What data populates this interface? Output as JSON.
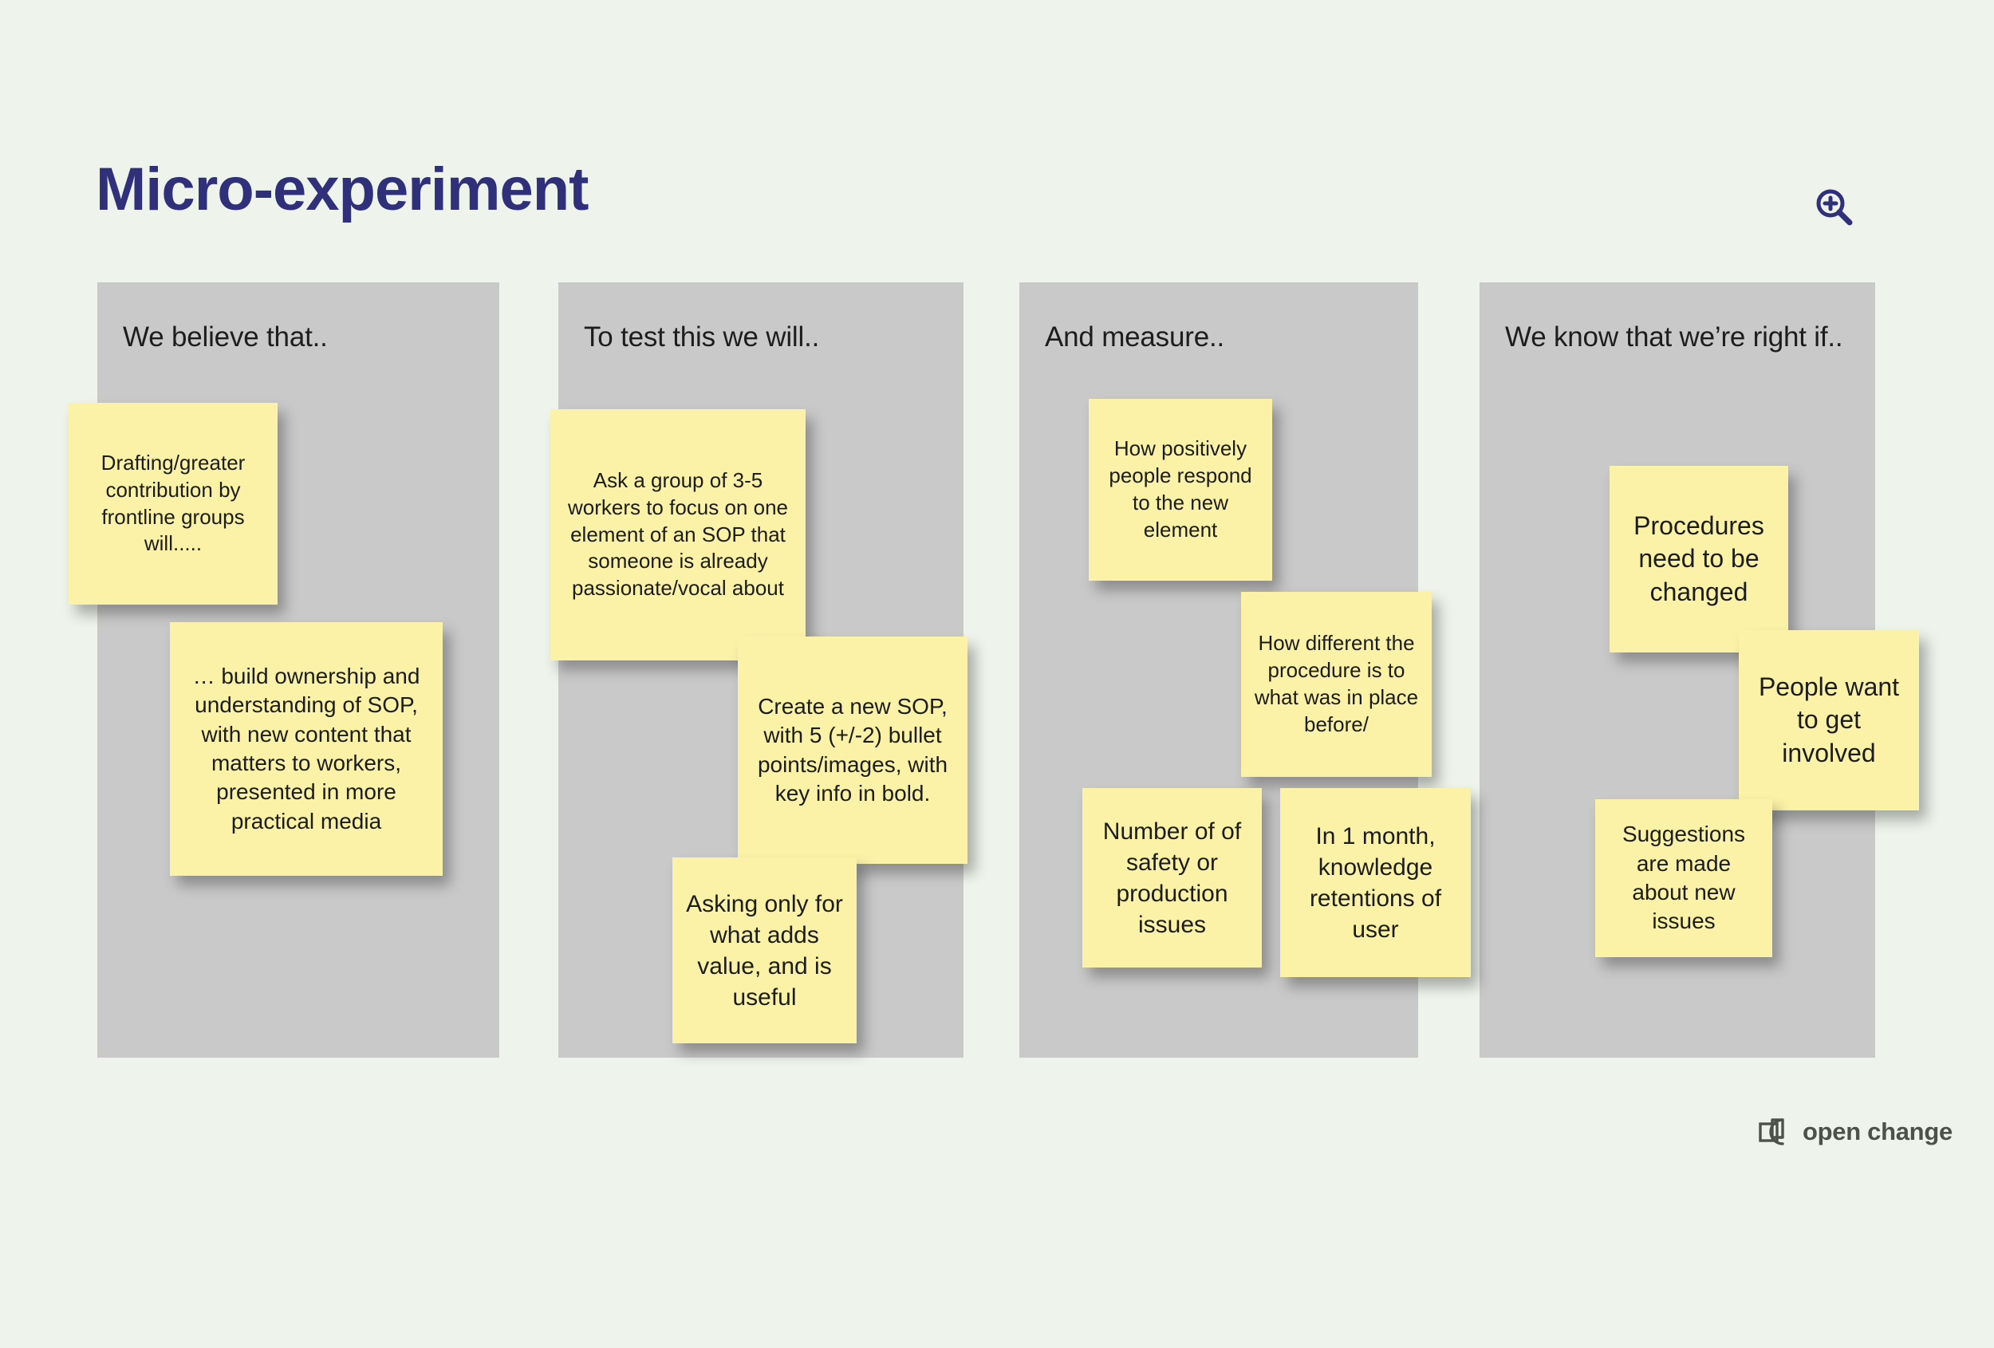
{
  "header": {
    "title": "Micro-experiment",
    "title_color": "#2f2f7a",
    "zoom_icon": "zoom-in-magnifier-icon"
  },
  "board": {
    "background_color": "#eef4ec",
    "panel_color": "#c9c9c9",
    "note_color": "#fbf2a8"
  },
  "columns": [
    {
      "header": "We believe that..",
      "notes": [
        {
          "text": "Drafting/greater contribution by frontline groups will....."
        },
        {
          "text": "…  build  ownership and understanding of SOP, with new content that matters to workers, presented in more practical media"
        }
      ]
    },
    {
      "header": "To test this we will..",
      "notes": [
        {
          "text": "Ask  a group of 3-5 workers to focus on one element of an SOP that someone is already passionate/vocal about"
        },
        {
          "text": "Create a new SOP, with 5 (+/-2) bullet points/images, with key info in bold."
        },
        {
          "text": "Asking only for what adds value, and is useful"
        }
      ]
    },
    {
      "header": "And measure..",
      "notes": [
        {
          "text": "How positively people respond to the new element"
        },
        {
          "text": "How different the procedure is to what was in place before/"
        },
        {
          "text": "Number of of safety or production issues"
        },
        {
          "text": "In 1 month, knowledge retentions of user"
        }
      ]
    },
    {
      "header": "We know that we’re right if..",
      "notes": [
        {
          "text": "Procedures need to be changed"
        },
        {
          "text": "People want to get involved"
        },
        {
          "text": "Suggestions are made about new issues"
        }
      ]
    }
  ],
  "brand": {
    "name": "open change",
    "mark": "open-change-logo-icon",
    "color": "#4c5249"
  }
}
